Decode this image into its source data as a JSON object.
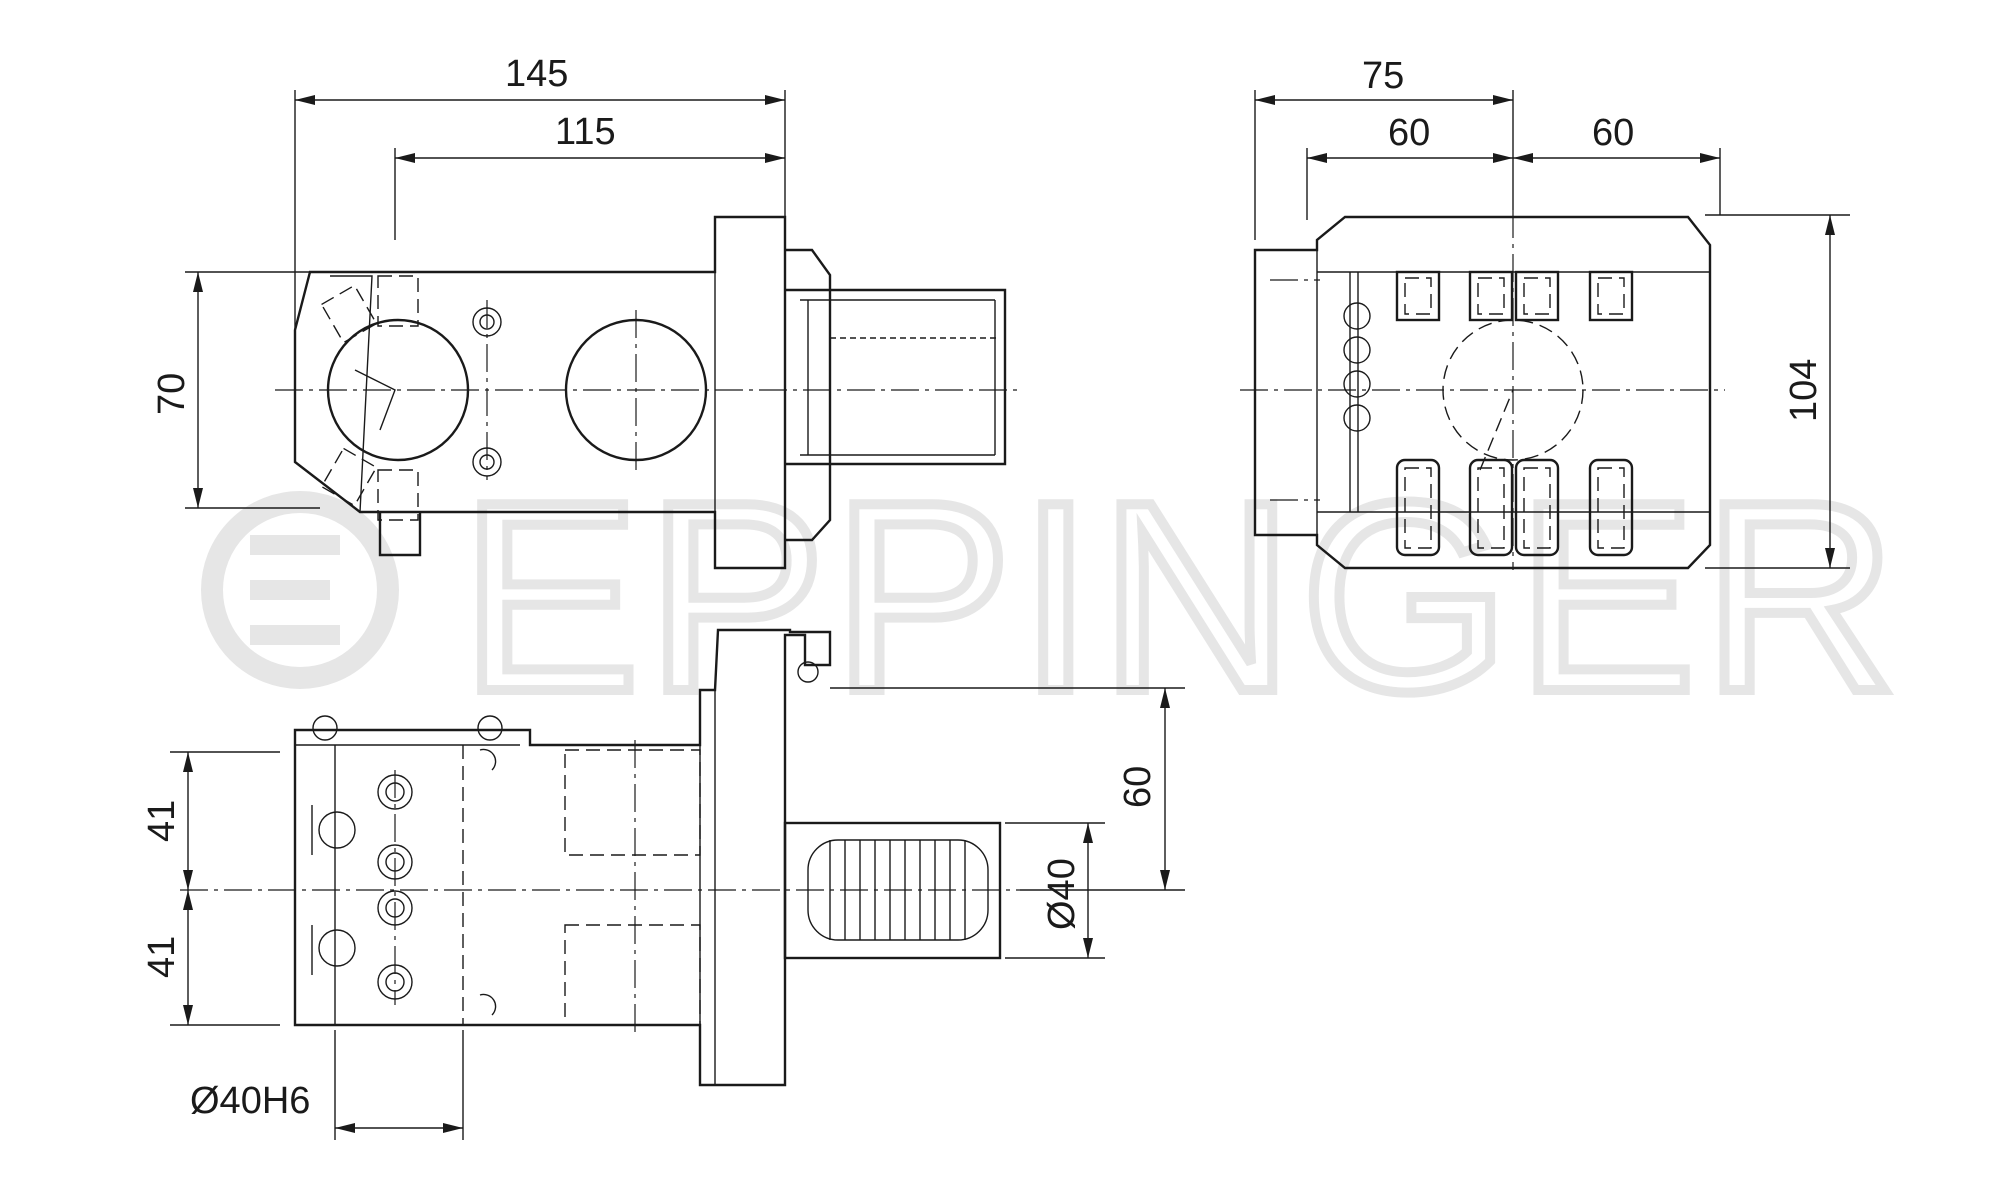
{
  "watermark": {
    "text": "EPPINGER",
    "color": "#e6e6e6"
  },
  "dimensions": {
    "top_view": {
      "overall_length": "145",
      "shank_length": "115",
      "height": "70"
    },
    "side_view": {
      "width": "75",
      "half_left": "60",
      "half_right": "60",
      "height": "104"
    },
    "front_view": {
      "offset_upper": "41",
      "offset_lower": "41",
      "center_height": "60",
      "shank_diameter": "Ø40",
      "bore": "Ø40H6"
    }
  }
}
